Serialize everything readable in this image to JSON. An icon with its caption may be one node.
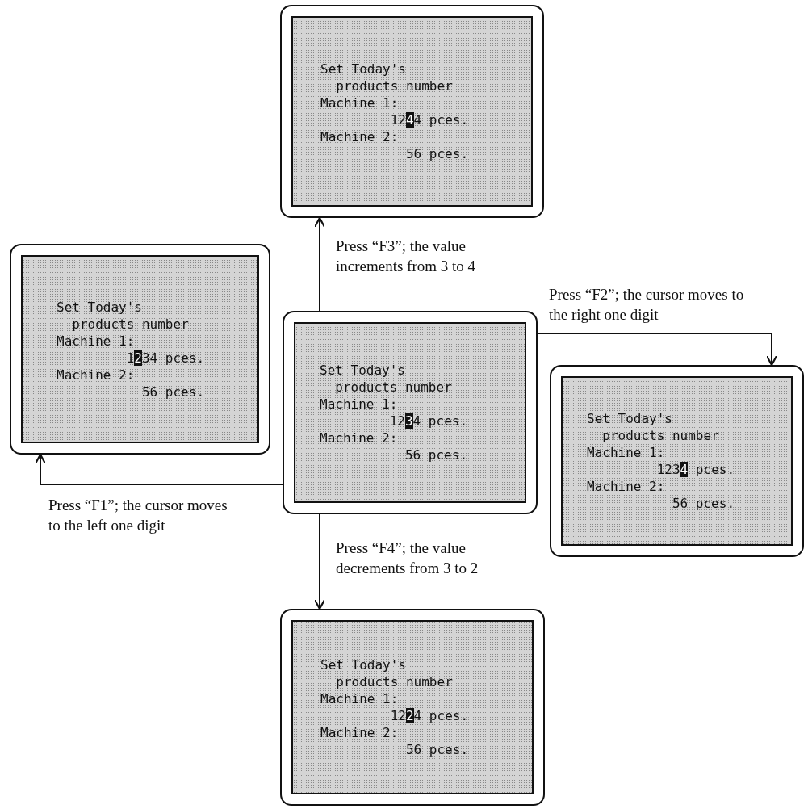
{
  "diagram": {
    "nodes": [
      {
        "text": [
          "Set Today's products number",
          "Machine 1:",
          "12**4**4 pces.",
          "Machine 2:",
          "56 pces."
        ]
      },
      {
        "text": [
          "Set Today's products number",
          "Machine 1:",
          "1**2**34 pces.",
          "Machine 2:",
          "56 pces."
        ]
      },
      {
        "text": [
          "Set Today's products number",
          "Machine 1:",
          "12**3**4 pces.",
          "Machine 2:",
          "56 pces."
        ]
      },
      {
        "text": [
          "Set Today's products number",
          "Machine 1:",
          "123**4** pces.",
          "Machine 2:",
          "56 pces."
        ]
      },
      {
        "text": [
          "Set Today's products number",
          "Machine 1:",
          "12**2**4 pces.",
          "Machine 2:",
          "56 pces."
        ]
      }
    ],
    "edges": [
      {
        "from": 2,
        "to": 0,
        "arrow": "to",
        "label": "Press “F3”; the value increments from 3 to 4"
      },
      {
        "from": 2,
        "to": 3,
        "arrow": "to",
        "label": "Press “F2”; the cursor moves to the right one digit"
      },
      {
        "from": 2,
        "to": 1,
        "arrow": "to",
        "label": "Press “F1”; the cursor moves to the left one digit"
      },
      {
        "from": 2,
        "to": 4,
        "arrow": "to",
        "label": "Press “F4”; the value decrements from 3 to 2"
      }
    ]
  }
}
